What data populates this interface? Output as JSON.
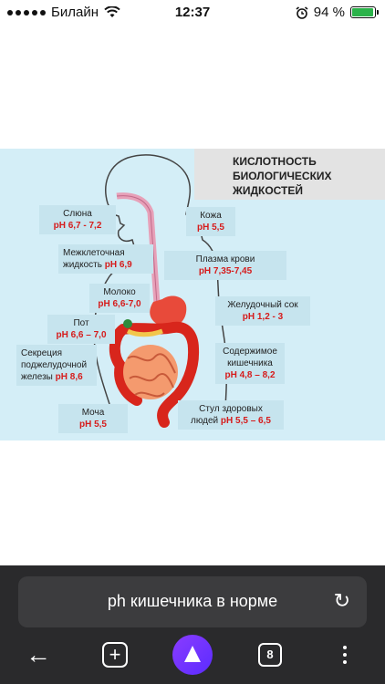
{
  "status_bar": {
    "carrier": "Билайн",
    "time": "12:37",
    "battery": "94 %",
    "battery_level": 0.94
  },
  "figure": {
    "title": [
      "КИСЛОТНОСТЬ",
      "БИОЛОГИЧЕСКИХ",
      "ЖИДКОСТЕЙ"
    ],
    "labels": {
      "saliva": {
        "name": "Слюна",
        "ph": "pH 6,7 - 7,2"
      },
      "skin": {
        "name": "Кожа",
        "ph": "pH 5,5"
      },
      "interstitial": {
        "name_line1": "Межклеточная",
        "name_line2": "жидкость",
        "ph": "pH 6,9"
      },
      "plasma": {
        "name": "Плазма крови",
        "ph": "pH 7,35-7,45"
      },
      "milk": {
        "name": "Молоко",
        "ph": "pH 6,6-7,0"
      },
      "gastric": {
        "name": "Желудочный сок",
        "ph": "pH 1,2 - 3"
      },
      "sweat": {
        "name": "Пот",
        "ph": "pH 6,6 – 7,0"
      },
      "pancreas": {
        "name_line1": "Секреция",
        "name_line2": "поджелудочной",
        "name_line3": "железы",
        "ph": "pH 8,6"
      },
      "intestine": {
        "name_line1": "Содержимое",
        "name_line2": "кишечника",
        "ph": "pH 4,8 – 8,2"
      },
      "urine": {
        "name": "Моча",
        "ph": "pH 5,5"
      },
      "stool": {
        "name_line1": "Стул здоровых",
        "name_line2": "людей",
        "ph": "pH 5,5 – 6,5"
      }
    }
  },
  "browser": {
    "search_query": "ph кишечника в норме",
    "tabs_count": "8",
    "icons": {
      "back": "back-arrow-icon",
      "new_tab": "plus-icon",
      "assistant": "alice-icon",
      "tabs": "tabs-icon",
      "menu": "more-vertical-icon",
      "reload": "reload-icon"
    }
  }
}
